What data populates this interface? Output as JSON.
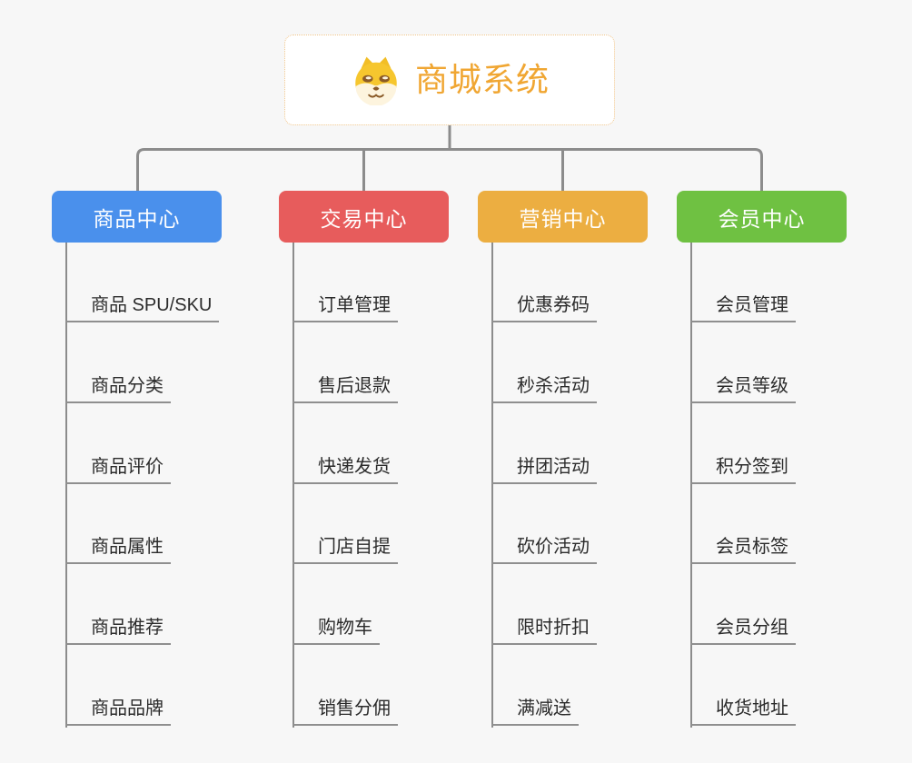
{
  "root": {
    "label": "商城系统",
    "icon": "dog-icon",
    "text_color": "#F0A632",
    "border_color": "#F0C58A",
    "background": "#FFFFFF"
  },
  "colors": {
    "page_background": "#F7F7F7",
    "connector": "#8C8C8C",
    "item_underline": "#8F8F8F",
    "item_text": "#2B2B2B"
  },
  "branches": [
    {
      "label": "商品中心",
      "color": "#4A90EC",
      "items": [
        "商品 SPU/SKU",
        "商品分类",
        "商品评价",
        "商品属性",
        "商品推荐",
        "商品品牌"
      ]
    },
    {
      "label": "交易中心",
      "color": "#E75C5C",
      "items": [
        "订单管理",
        "售后退款",
        "快递发货",
        "门店自提",
        "购物车",
        "销售分佣"
      ]
    },
    {
      "label": "营销中心",
      "color": "#ECAE41",
      "items": [
        "优惠券码",
        "秒杀活动",
        "拼团活动",
        "砍价活动",
        "限时折扣",
        "满减送"
      ]
    },
    {
      "label": "会员中心",
      "color": "#6FC142",
      "items": [
        "会员管理",
        "会员等级",
        "积分签到",
        "会员标签",
        "会员分组",
        "收货地址"
      ]
    }
  ]
}
